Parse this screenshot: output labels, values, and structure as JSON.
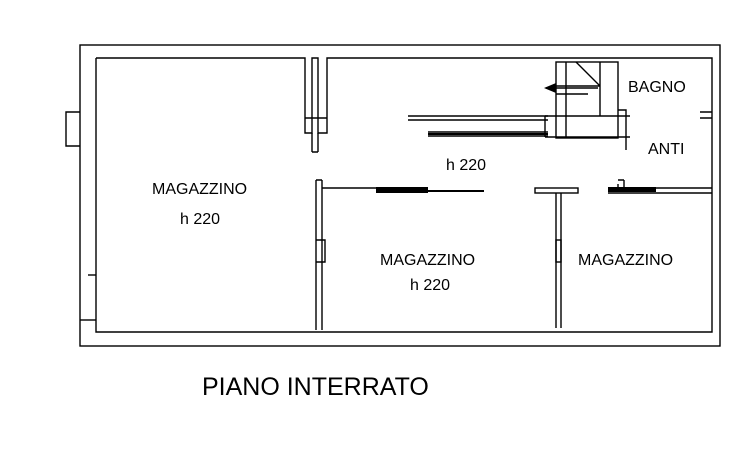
{
  "plan": {
    "rooms": [
      {
        "id": "magazzino-left",
        "name": "MAGAZZINO",
        "height": "h 220"
      },
      {
        "id": "corridor",
        "name": "",
        "height": "h 220"
      },
      {
        "id": "magazzino-mid",
        "name": "MAGAZZINO",
        "height": "h 220"
      },
      {
        "id": "magazzino-right",
        "name": "MAGAZZINO",
        "height": ""
      },
      {
        "id": "bagno",
        "name": "BAGNO",
        "height": ""
      },
      {
        "id": "anti",
        "name": "ANTI",
        "height": ""
      }
    ],
    "title": "PIANO INTERRATO",
    "colors": {
      "line": "#000000",
      "background": "#ffffff"
    }
  }
}
